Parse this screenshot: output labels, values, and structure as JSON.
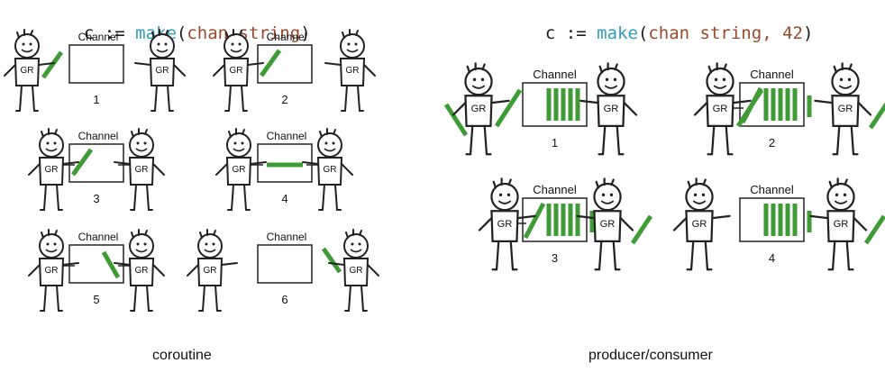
{
  "left_code": {
    "var": "c",
    "op": ":=",
    "func": "make",
    "paren_open": "(",
    "chan_type": "chan string",
    "args": "",
    "paren_close": ")"
  },
  "right_code": {
    "var": "c",
    "op": ":=",
    "func": "make",
    "paren_open": "(",
    "chan_type": "chan string",
    "args": ", 42",
    "paren_close": ")"
  },
  "channel_label": "Channel",
  "goroutine_label": "GR",
  "left_panel": {
    "caption": "coroutine",
    "steps": [
      {
        "number": "1",
        "rod": "sender",
        "stubs": false
      },
      {
        "number": "2",
        "rod": "box-left",
        "stubs": false
      },
      {
        "number": "3",
        "rod": "box-left",
        "stubs": true
      },
      {
        "number": "4",
        "rod": "middle",
        "stubs": true
      },
      {
        "number": "5",
        "rod": "box-right",
        "stubs": true
      },
      {
        "number": "6",
        "rod": "receiver",
        "stubs": false
      }
    ]
  },
  "right_panel": {
    "caption": "producer/consumer",
    "steps": [
      {
        "number": "1",
        "buffered": 5,
        "sender_rods": 2,
        "sender_in_box": false,
        "receiver_rod": false
      },
      {
        "number": "2",
        "buffered": 5,
        "sender_rods": 1,
        "sender_in_box": true,
        "receiver_rod": true
      },
      {
        "number": "3",
        "buffered": 5,
        "sender_rods": 0,
        "sender_in_box": true,
        "receiver_rod": true
      },
      {
        "number": "4",
        "buffered": 5,
        "sender_rods": 0,
        "sender_in_box": false,
        "receiver_rod": true
      }
    ]
  },
  "colors": {
    "rod": "#3f9b35",
    "ink": "#222222",
    "code_keyword": "#2f9ec2",
    "code_type": "#9a4a2c"
  }
}
